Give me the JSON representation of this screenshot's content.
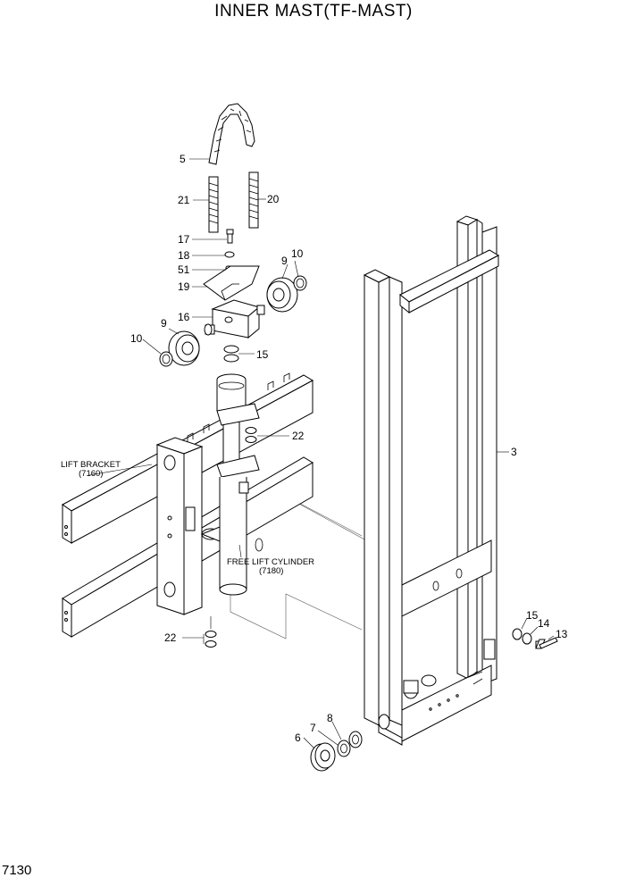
{
  "header": {
    "title": "INNER MAST(TF-MAST)"
  },
  "footer": {
    "page_number": "7130"
  },
  "callouts": {
    "c5": "5",
    "c21": "21",
    "c20": "20",
    "c17": "17",
    "c18": "18",
    "c51": "51",
    "c19": "19",
    "c9a": "9",
    "c10a": "10",
    "c16": "16",
    "c9b": "9",
    "c10b": "10",
    "c15a": "15",
    "c22a": "22",
    "c3": "3",
    "c22b": "22",
    "c15b": "15",
    "c14": "14",
    "c13": "13",
    "c8": "8",
    "c7": "7",
    "c6": "6"
  },
  "labels": {
    "lift_bracket": "LIFT BRACKET",
    "lift_bracket_ref": "(7160)",
    "free_lift_cylinder": "FREE LIFT CYLINDER",
    "free_lift_cylinder_ref": "(7180)"
  }
}
